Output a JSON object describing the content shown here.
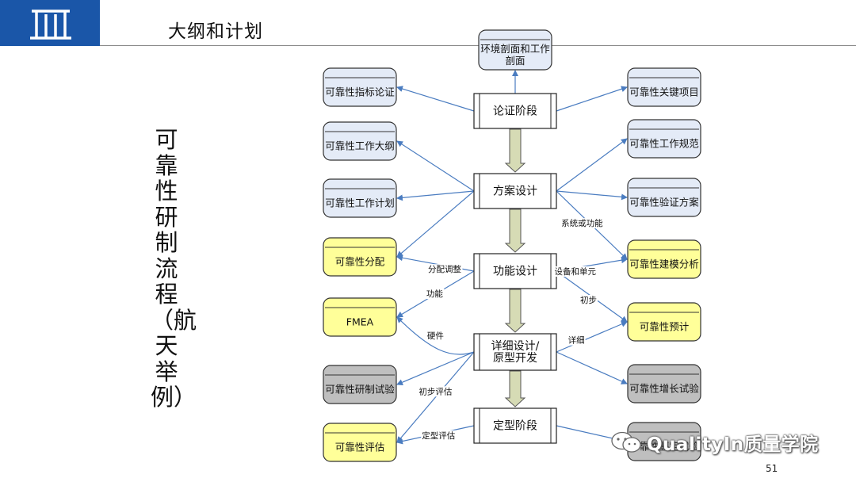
{
  "header": {
    "title": "大纲和计划"
  },
  "side_title": "可靠性研制流程（航天举例）",
  "page_number": "51",
  "watermark": {
    "text": "QualityIn质量学院",
    "icon": "wechat-icon"
  },
  "colors": {
    "brand_blue": "#1a56a8",
    "blue_box": "#e4ebf7",
    "yellow_box": "#ffff99",
    "gray_box": "#bfbfbf",
    "arrow_blue": "#4a7cc0",
    "stage_arrow": "#d6dbb5"
  },
  "stages": [
    {
      "id": "s1",
      "label": "论证阶段"
    },
    {
      "id": "s2",
      "label": "方案设计"
    },
    {
      "id": "s3",
      "label": "功能设计"
    },
    {
      "id": "s4",
      "label": "详细设计/\n原型开发"
    },
    {
      "id": "s5",
      "label": "定型阶段"
    }
  ],
  "outputs": {
    "top": {
      "id": "o_top",
      "label": "环境剖面和工作\n剖面",
      "color": "blue"
    },
    "left": [
      {
        "id": "l1",
        "label": "可靠性指标论证",
        "color": "blue"
      },
      {
        "id": "l2",
        "label": "可靠性工作大纲",
        "color": "blue"
      },
      {
        "id": "l3",
        "label": "可靠性工作计划",
        "color": "blue"
      },
      {
        "id": "l4",
        "label": "可靠性分配",
        "color": "yellow"
      },
      {
        "id": "l5",
        "label": "FMEA",
        "color": "yellow"
      },
      {
        "id": "l6",
        "label": "可靠性研制试验",
        "color": "gray"
      },
      {
        "id": "l7",
        "label": "可靠性评估",
        "color": "yellow"
      }
    ],
    "right": [
      {
        "id": "r1",
        "label": "可靠性关键项目",
        "color": "blue"
      },
      {
        "id": "r2",
        "label": "可靠性工作规范",
        "color": "blue"
      },
      {
        "id": "r3",
        "label": "可靠性验证方案",
        "color": "blue"
      },
      {
        "id": "r4",
        "label": "可靠性建模分析",
        "color": "yellow"
      },
      {
        "id": "r5",
        "label": "可靠性预计",
        "color": "yellow"
      },
      {
        "id": "r6",
        "label": "可靠性增长试验",
        "color": "gray"
      },
      {
        "id": "r7",
        "label": "可靠性鉴定试验",
        "color": "gray"
      }
    ]
  },
  "edges": [
    {
      "from": "s1",
      "to": "o_top"
    },
    {
      "from": "s1",
      "to": "l1"
    },
    {
      "from": "s1",
      "to": "r1"
    },
    {
      "from": "s2",
      "to": "l2"
    },
    {
      "from": "s2",
      "to": "l3"
    },
    {
      "from": "s2",
      "to": "l4"
    },
    {
      "from": "s2",
      "to": "r2"
    },
    {
      "from": "s2",
      "to": "r3"
    },
    {
      "from": "s2",
      "to": "r4",
      "label": "系统或功能"
    },
    {
      "from": "s3",
      "to": "l4",
      "label": "分配调整"
    },
    {
      "from": "s3",
      "to": "l5",
      "label": "功能"
    },
    {
      "from": "s3",
      "to": "r4",
      "label": "设备和单元"
    },
    {
      "from": "s3",
      "to": "r5",
      "label": "初步"
    },
    {
      "from": "s4",
      "to": "l5",
      "label": "硬件"
    },
    {
      "from": "s4",
      "to": "l6"
    },
    {
      "from": "s4",
      "to": "l7",
      "label": "初步评估"
    },
    {
      "from": "s4",
      "to": "r5",
      "label": "详细"
    },
    {
      "from": "s4",
      "to": "r6"
    },
    {
      "from": "s5",
      "to": "l7",
      "label": "定型评估"
    },
    {
      "from": "s5",
      "to": "r7"
    }
  ]
}
